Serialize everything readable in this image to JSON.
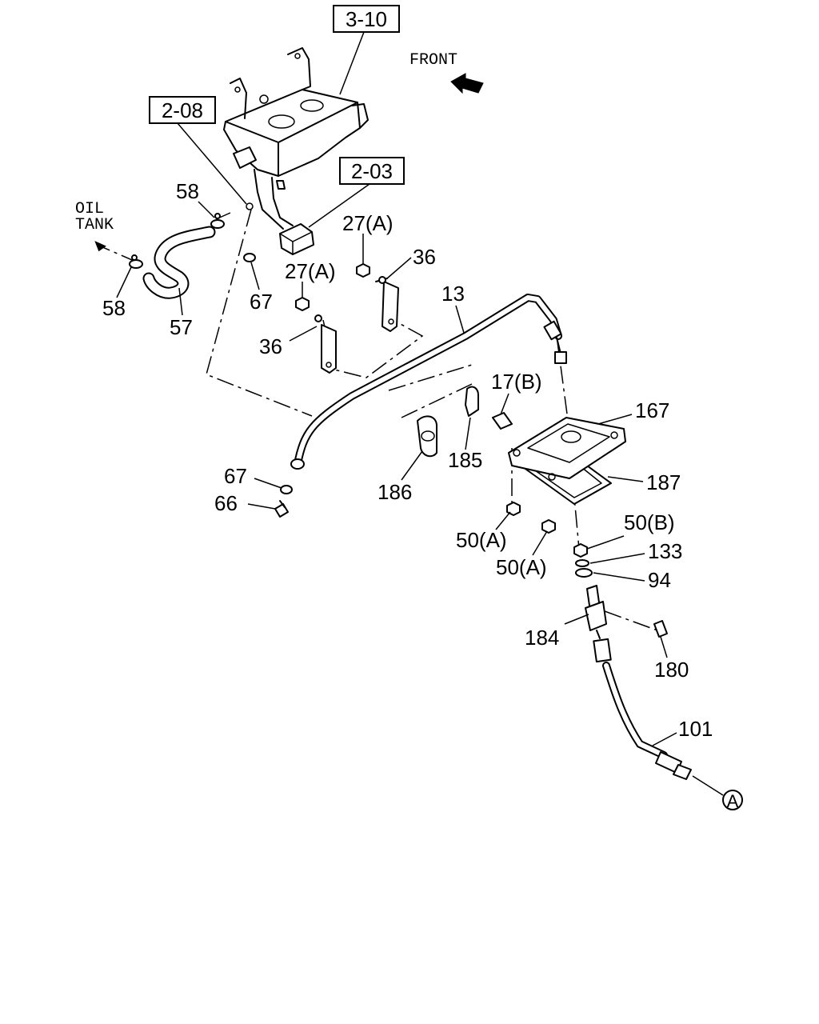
{
  "ref_boxes": [
    "3-10",
    "2-08",
    "2-03"
  ],
  "orientation": {
    "front_label": "FRONT"
  },
  "oil_tank": {
    "line1": "OIL",
    "line2": "TANK"
  },
  "labels": {
    "p58_top": "58",
    "p58_left": "58",
    "p57": "57",
    "p67_top": "67",
    "p27a_top": "27(A)",
    "p27a_mid": "27(A)",
    "p36_top": "36",
    "p36_left": "36",
    "p13": "13",
    "p17b": "17(B)",
    "p167": "167",
    "p187": "187",
    "p185": "185",
    "p186": "186",
    "p67_bottom": "67",
    "p66": "66",
    "p50a_left": "50(A)",
    "p50a_right": "50(A)",
    "p50b": "50(B)",
    "p133": "133",
    "p94": "94",
    "p184": "184",
    "p180": "180",
    "p101": "101",
    "callout_a": "A"
  }
}
